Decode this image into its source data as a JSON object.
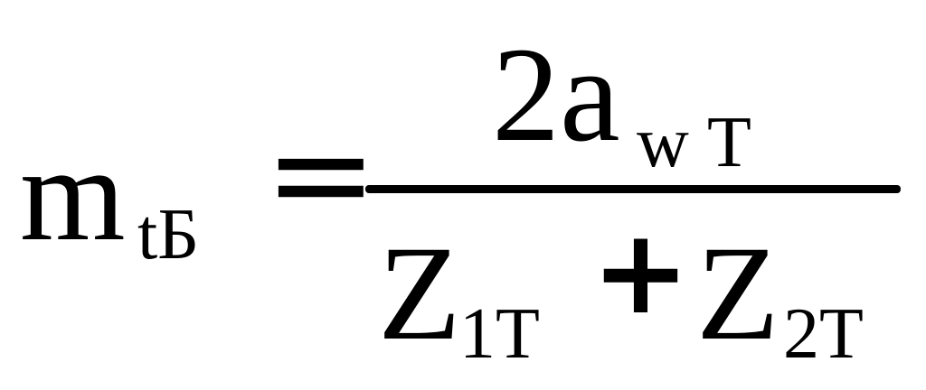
{
  "formula": {
    "lhs": {
      "symbol": "m",
      "subscript": "tБ"
    },
    "equals": "=",
    "numerator": {
      "coefficient_symbol": "2a",
      "subscript_w": "w",
      "subscript_T": "T"
    },
    "denominator": {
      "term1_symbol": "Z",
      "term1_subscript": "1T",
      "plus": "+",
      "term2_symbol": "Z",
      "term2_subscript": "2T"
    }
  }
}
